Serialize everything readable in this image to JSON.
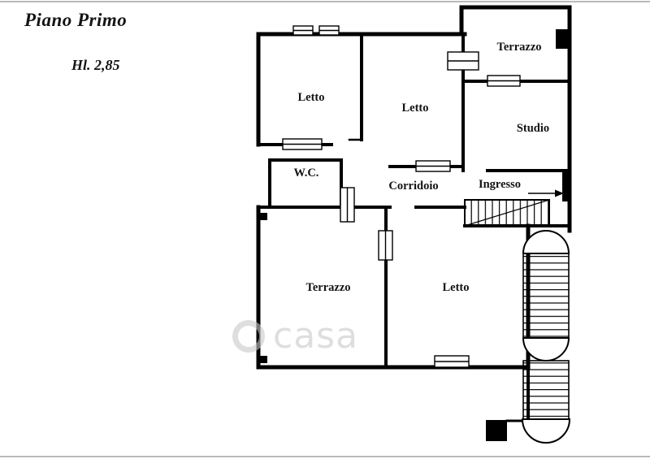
{
  "header": {
    "title": "Piano Primo",
    "height_note": "Hl. 2,85"
  },
  "rooms": {
    "terrazzo_top": "Terrazzo",
    "letto_1": "Letto",
    "letto_2": "Letto",
    "studio": "Studio",
    "wc": "W.C.",
    "corridoio": "Corridoio",
    "ingresso": "Ingresso",
    "terrazzo_main": "Terrazzo",
    "letto_3": "Letto"
  },
  "watermark": {
    "text": "casa"
  },
  "colors": {
    "wall": "#000000",
    "background": "#ffffff",
    "watermark": "#c9c9c9",
    "scan_line": "#b9b9b9"
  }
}
